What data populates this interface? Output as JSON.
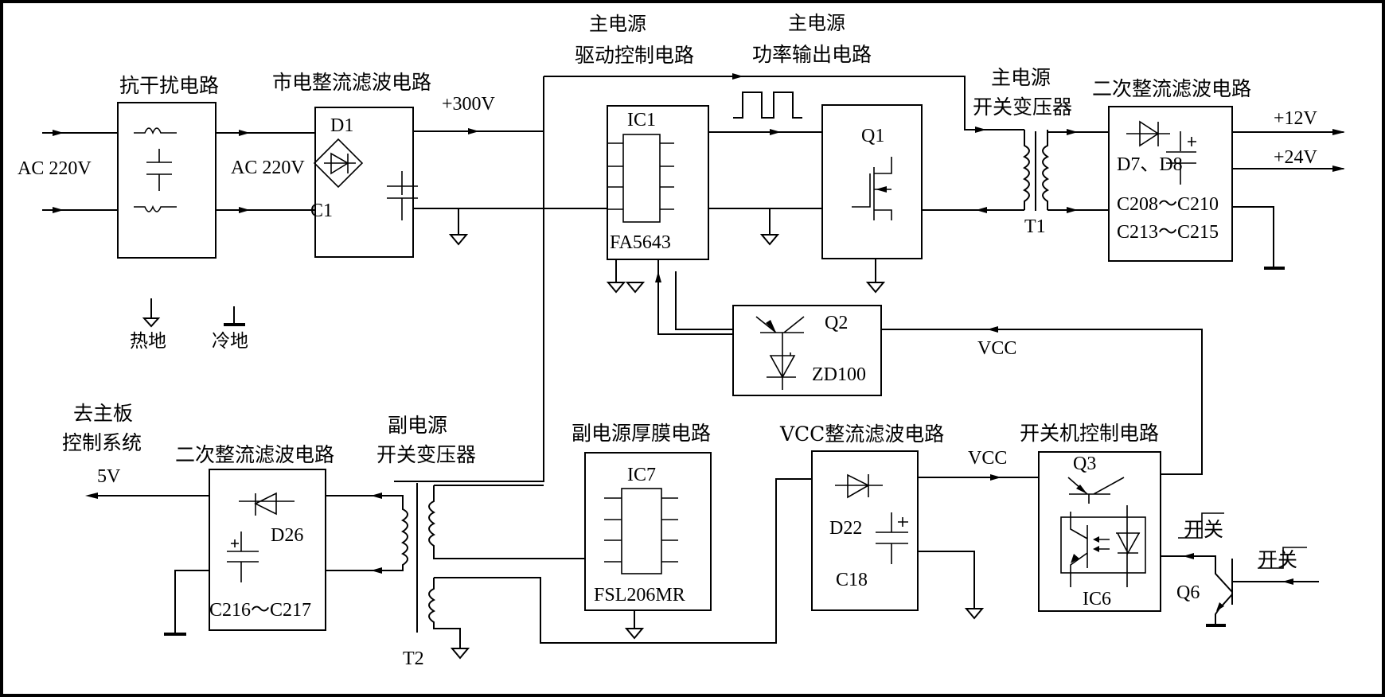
{
  "title": "Power supply block diagram",
  "blocks": {
    "emi": {
      "title": "抗干扰电路"
    },
    "rectifier": {
      "title": "市电整流滤波电路",
      "diode": "D1",
      "cap": "C1"
    },
    "driver": {
      "title_line1": "主电源",
      "title_line2": "驱动控制电路",
      "ic": "IC1",
      "part": "FA5643"
    },
    "power_out": {
      "title_line1": "主电源",
      "title_line2": "功率输出电路",
      "transistor": "Q1"
    },
    "main_transformer": {
      "title_line1": "主电源",
      "title_line2": "开关变压器",
      "ref": "T1"
    },
    "main_secondary": {
      "title": "二次整流滤波电路",
      "diodes": "D7、D8",
      "caps_line1": "C208～C210",
      "caps_line2": "C213～C215"
    },
    "feedback": {
      "transistor": "Q2",
      "zener": "ZD100"
    },
    "standby_ic": {
      "title": "副电源厚膜电路",
      "ic": "IC7",
      "part": "FSL206MR"
    },
    "standby_transformer": {
      "title_line1": "副电源",
      "title_line2": "开关变压器",
      "ref": "T2"
    },
    "standby_secondary": {
      "title": "二次整流滤波电路",
      "diode": "D26",
      "caps": "C216～C217"
    },
    "vcc_rect": {
      "title": "VCC整流滤波电路",
      "diode": "D22",
      "cap": "C18"
    },
    "onoff_ctrl": {
      "title": "开关机控制电路",
      "transistor": "Q3",
      "optocoupler": "IC6"
    }
  },
  "labels": {
    "ac_in": "AC 220V",
    "ac_mid": "AC 220V",
    "dc300": "+300V",
    "out12": "+12V",
    "out24": "+24V",
    "vcc_top": "VCC",
    "vcc_mid": "VCC",
    "to_main_line1": "去主板",
    "to_main_line2": "控制系统",
    "out5": "5V",
    "q6": "Q6",
    "switch_a": "开关",
    "switch_b": "开关"
  },
  "legend": {
    "hot_ground": "热地",
    "cold_ground": "冷地"
  }
}
